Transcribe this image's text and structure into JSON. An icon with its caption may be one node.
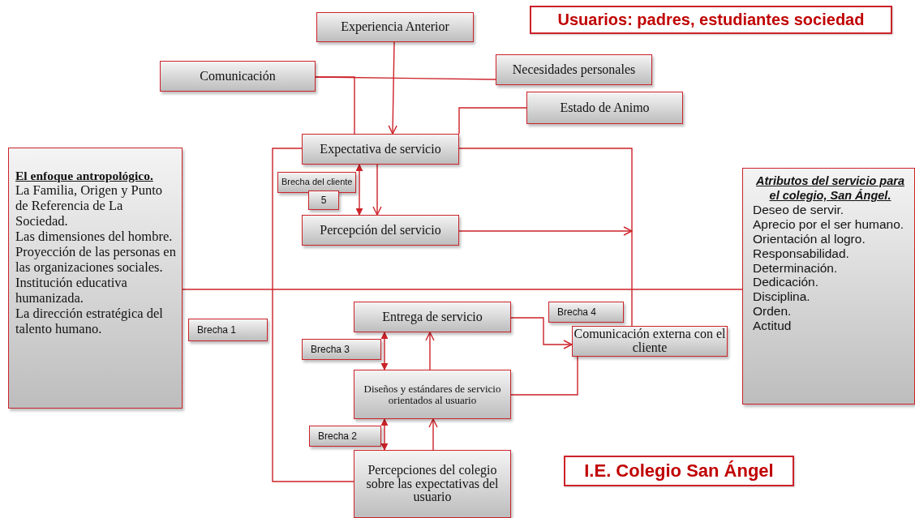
{
  "diagram": {
    "nodes": [
      {
        "text": [
          "Experiencia Anterior"
        ]
      },
      {
        "text": [
          "Usuarios: padres, estudiantes sociedad"
        ]
      },
      {
        "text": [
          "Comunicación"
        ]
      },
      {
        "text": [
          "Necesidades personales"
        ]
      },
      {
        "text": [
          "Estado de Animo"
        ]
      },
      {
        "text": [
          "El enfoque antropológico.",
          "La Familia, Origen y Punto de Referencia de La Sociedad.",
          "Las dimensiones del hombre.",
          "Proyección de las personas en las organizaciones sociales.",
          "Institución educativa humanizada.",
          "La dirección estratégica del talento humano."
        ]
      },
      {
        "text": [
          "Expectativa de servicio"
        ]
      },
      {
        "text": [
          "Brecha del cliente"
        ]
      },
      {
        "text": [
          "5"
        ]
      },
      {
        "text": [
          "Atributos del servicio para el colegio, San Ángel.",
          "Deseo de servir.",
          "Aprecio por el ser humano.",
          "Orientación al logro.",
          "Responsabilidad.",
          "Determinación.",
          "Dedicación.",
          "Disciplina.",
          "Orden.",
          "Actitud"
        ]
      },
      {
        "text": [
          "Percepción del servicio"
        ]
      },
      {
        "text": [
          "Brecha 1"
        ]
      },
      {
        "text": [
          "Entrega de servicio"
        ]
      },
      {
        "text": [
          "Brecha 4"
        ]
      },
      {
        "text": [
          "Brecha 3"
        ]
      },
      {
        "text": [
          "Comunicación externa con el cliente"
        ]
      },
      {
        "text": [
          "Diseños y estándares de servicio orientados al usuario"
        ]
      },
      {
        "text": [
          "Brecha 2"
        ]
      },
      {
        "text": [
          "Percepciones del colegio sobre las expectativas del usuario"
        ]
      },
      {
        "text": [
          "I.E. Colegio San Ángel"
        ]
      }
    ],
    "edges": [
      {
        "from": 0,
        "to": 6,
        "arrow": "to"
      },
      {
        "from": 2,
        "to": 6,
        "arrow": "none"
      },
      {
        "from": 2,
        "to": 3,
        "arrow": "none"
      },
      {
        "from": 4,
        "to": 6,
        "arrow": "none"
      },
      {
        "from": 6,
        "to": 10,
        "arrow": "both"
      },
      {
        "from": 6,
        "to": 10,
        "arrow": "to"
      },
      {
        "from": 10,
        "to": null,
        "arrow": "to"
      },
      {
        "from": 6,
        "to": 15,
        "arrow": "none"
      },
      {
        "from": 6,
        "to": 18,
        "arrow": "none"
      },
      {
        "from": 5,
        "to": 9,
        "arrow": "none"
      },
      {
        "from": 12,
        "to": 15,
        "arrow": "to"
      },
      {
        "from": 12,
        "to": 16,
        "arrow": "both"
      },
      {
        "from": 16,
        "to": 12,
        "arrow": "to"
      },
      {
        "from": 16,
        "to": 15,
        "arrow": "none"
      },
      {
        "from": 16,
        "to": 18,
        "arrow": "both"
      },
      {
        "from": 18,
        "to": 16,
        "arrow": "to"
      }
    ]
  }
}
